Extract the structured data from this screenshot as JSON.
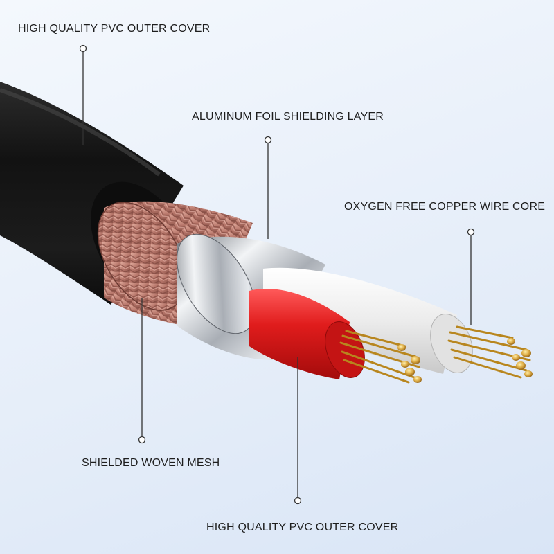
{
  "labels": {
    "outer_cover_top": "HIGH QUALITY PVC OUTER COVER",
    "aluminum_foil": "ALUMINUM FOIL SHIELDING LAYER",
    "copper_core": "OXYGEN FREE COPPER WIRE CORE",
    "woven_mesh": "SHIELDED WOVEN MESH",
    "outer_cover_bottom": "HIGH QUALITY PVC OUTER COVER"
  },
  "colors": {
    "outer_jacket": "#1a1a1a",
    "copper_mesh": "#c98a7c",
    "aluminum_foil": "#c8ccd2",
    "red_insulation": "#d81a1a",
    "white_insulation": "#eeeeee",
    "copper_strand": "#d9a73a",
    "leader_line": "#333333"
  }
}
